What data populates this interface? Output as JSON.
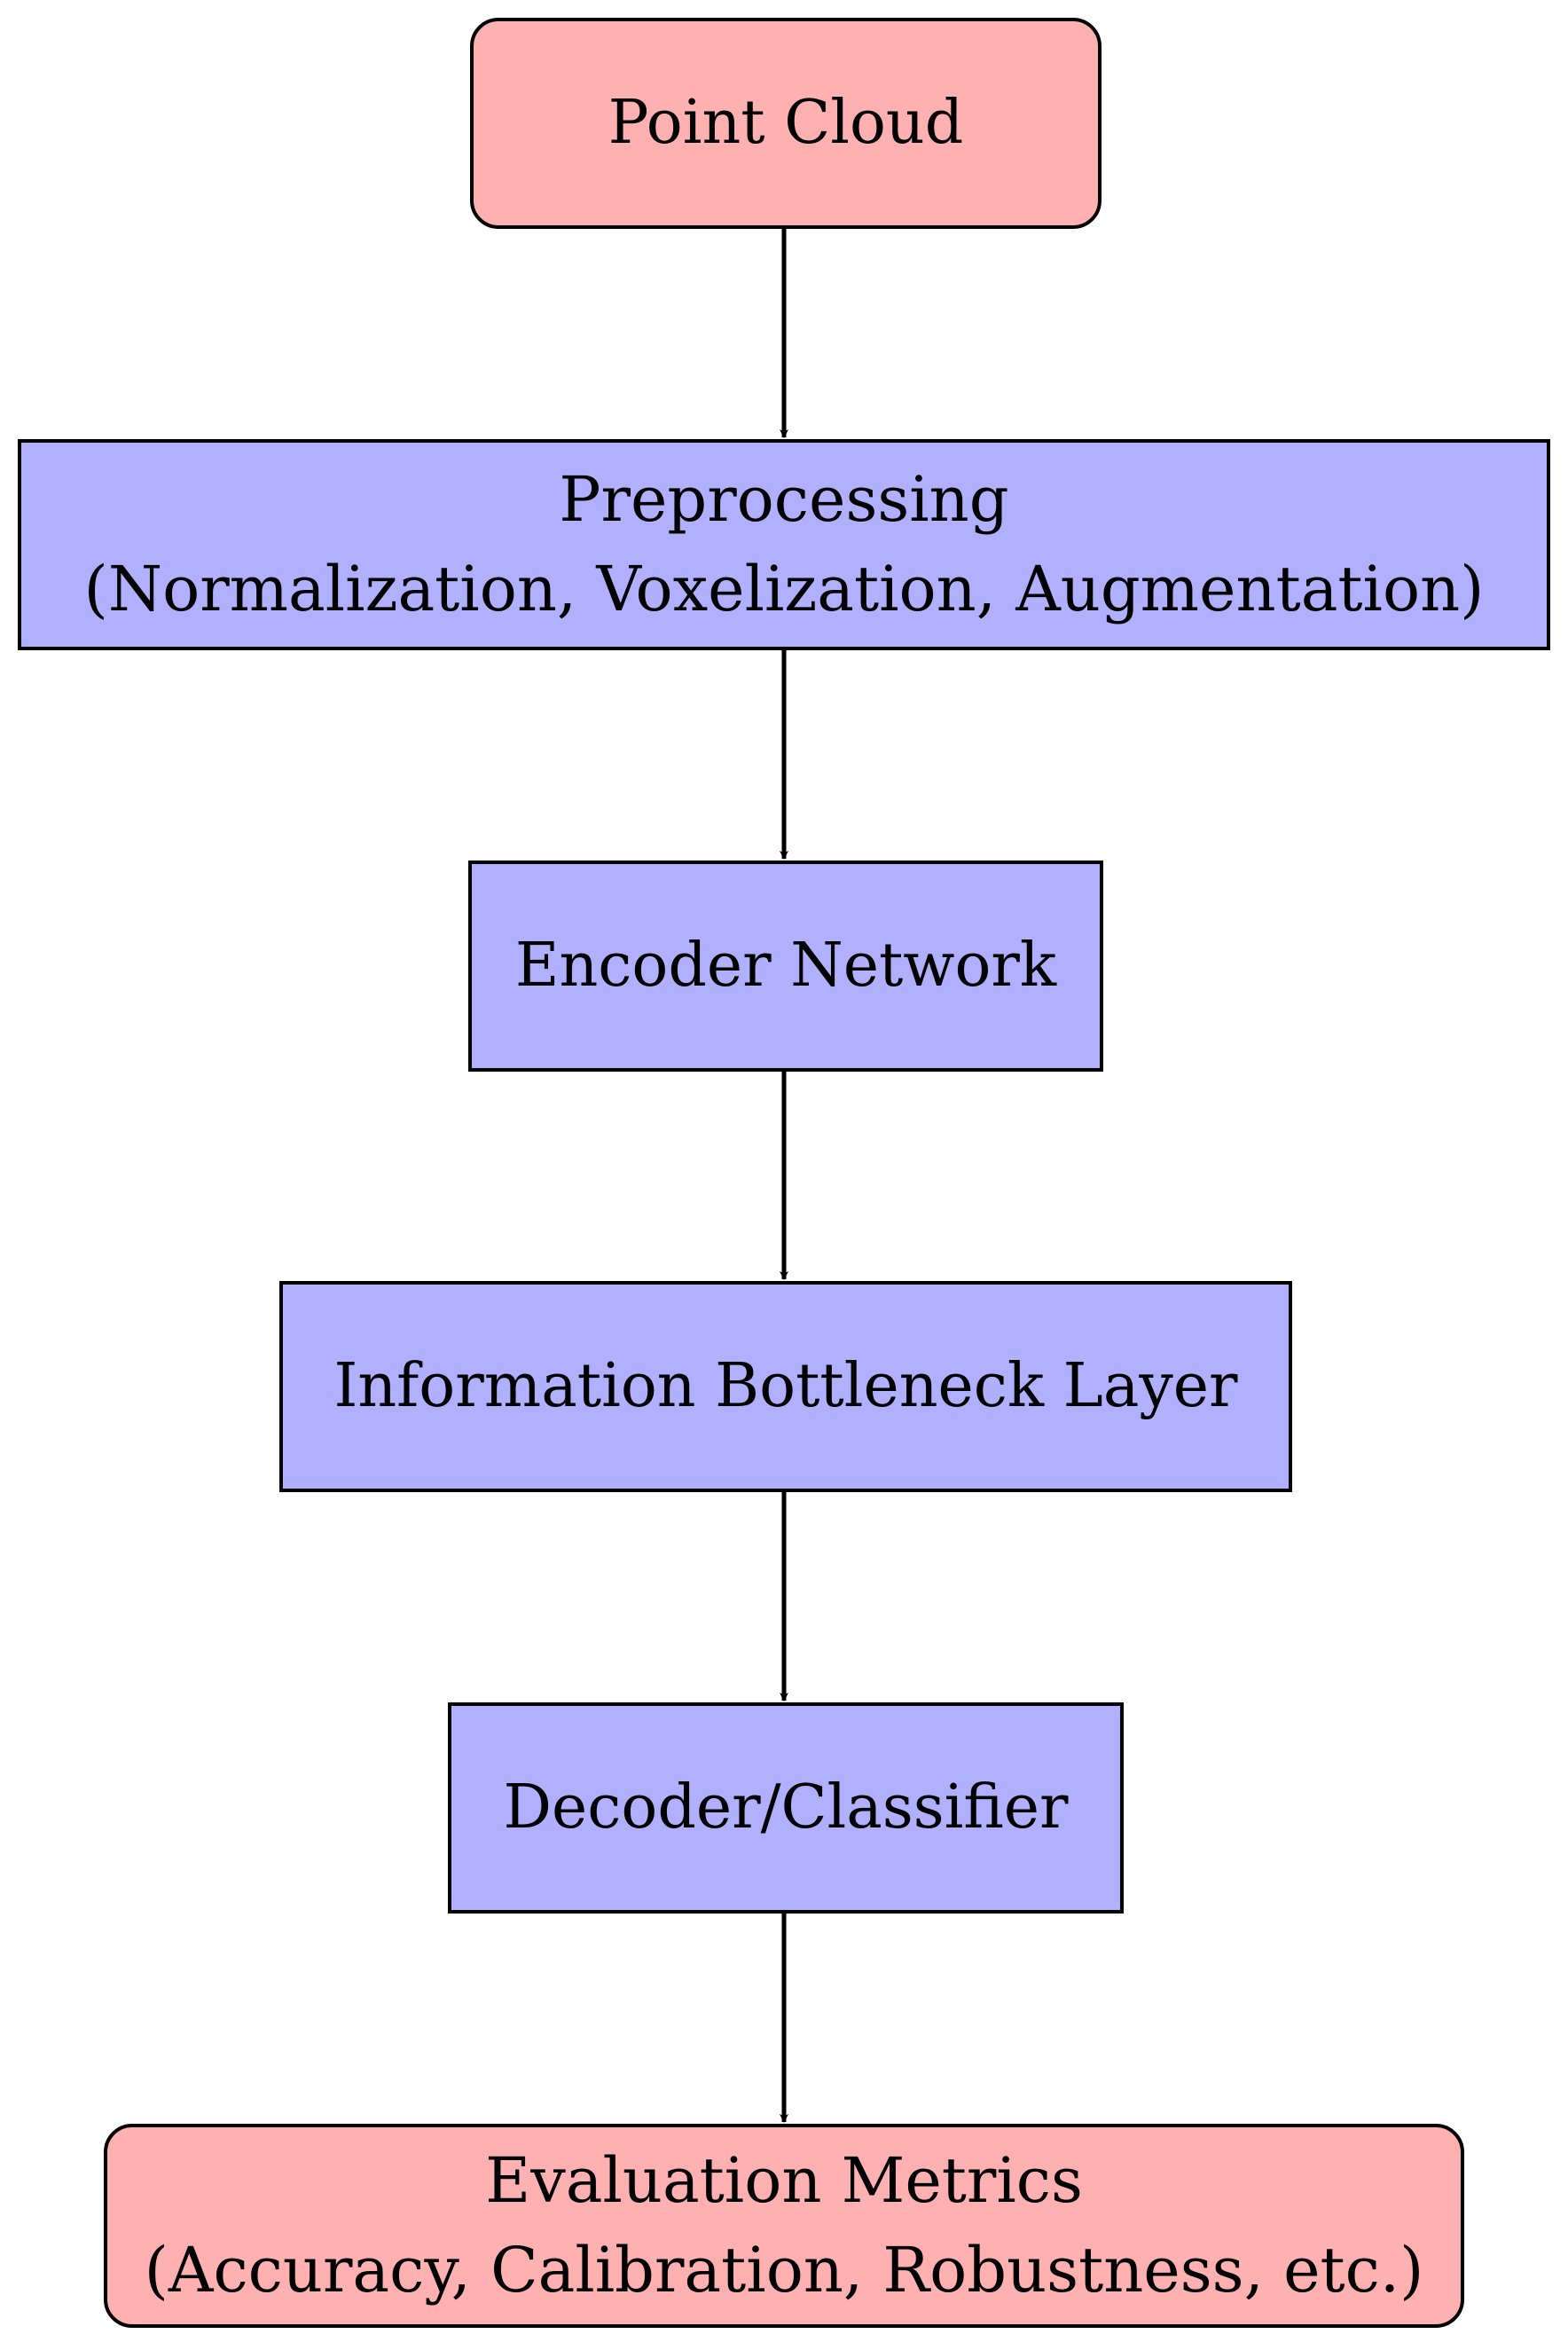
{
  "colors": {
    "terminal_fill": "#FFB0B0",
    "process_fill": "#B0B0FF",
    "stroke": "#000000"
  },
  "nodes": [
    {
      "kind": "terminal",
      "label": "Point Cloud",
      "sublabel": ""
    },
    {
      "kind": "process",
      "label": "Preprocessing",
      "sublabel": "(Normalization, Voxelization, Augmentation)"
    },
    {
      "kind": "process",
      "label": "Encoder Network",
      "sublabel": ""
    },
    {
      "kind": "process",
      "label": "Information Bottleneck Layer",
      "sublabel": ""
    },
    {
      "kind": "process",
      "label": "Decoder/Classifier",
      "sublabel": ""
    },
    {
      "kind": "terminal",
      "label": "Evaluation Metrics",
      "sublabel": "(Accuracy, Calibration, Robustness, etc.)"
    }
  ],
  "edges": [
    {
      "from": 0,
      "to": 1
    },
    {
      "from": 1,
      "to": 2
    },
    {
      "from": 2,
      "to": 3
    },
    {
      "from": 3,
      "to": 4
    },
    {
      "from": 4,
      "to": 5
    }
  ]
}
